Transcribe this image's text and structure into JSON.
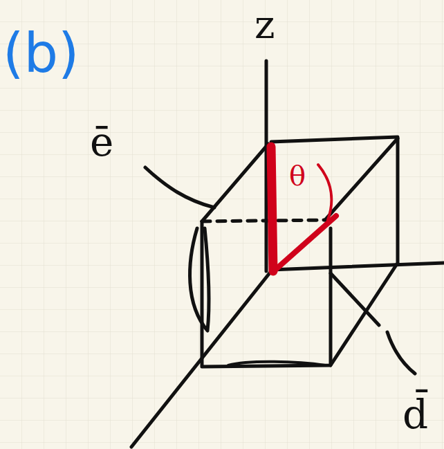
{
  "diagram": {
    "labels": [
      "(b)",
      "z",
      "ē",
      "θ",
      "d̄"
    ]
  }
}
